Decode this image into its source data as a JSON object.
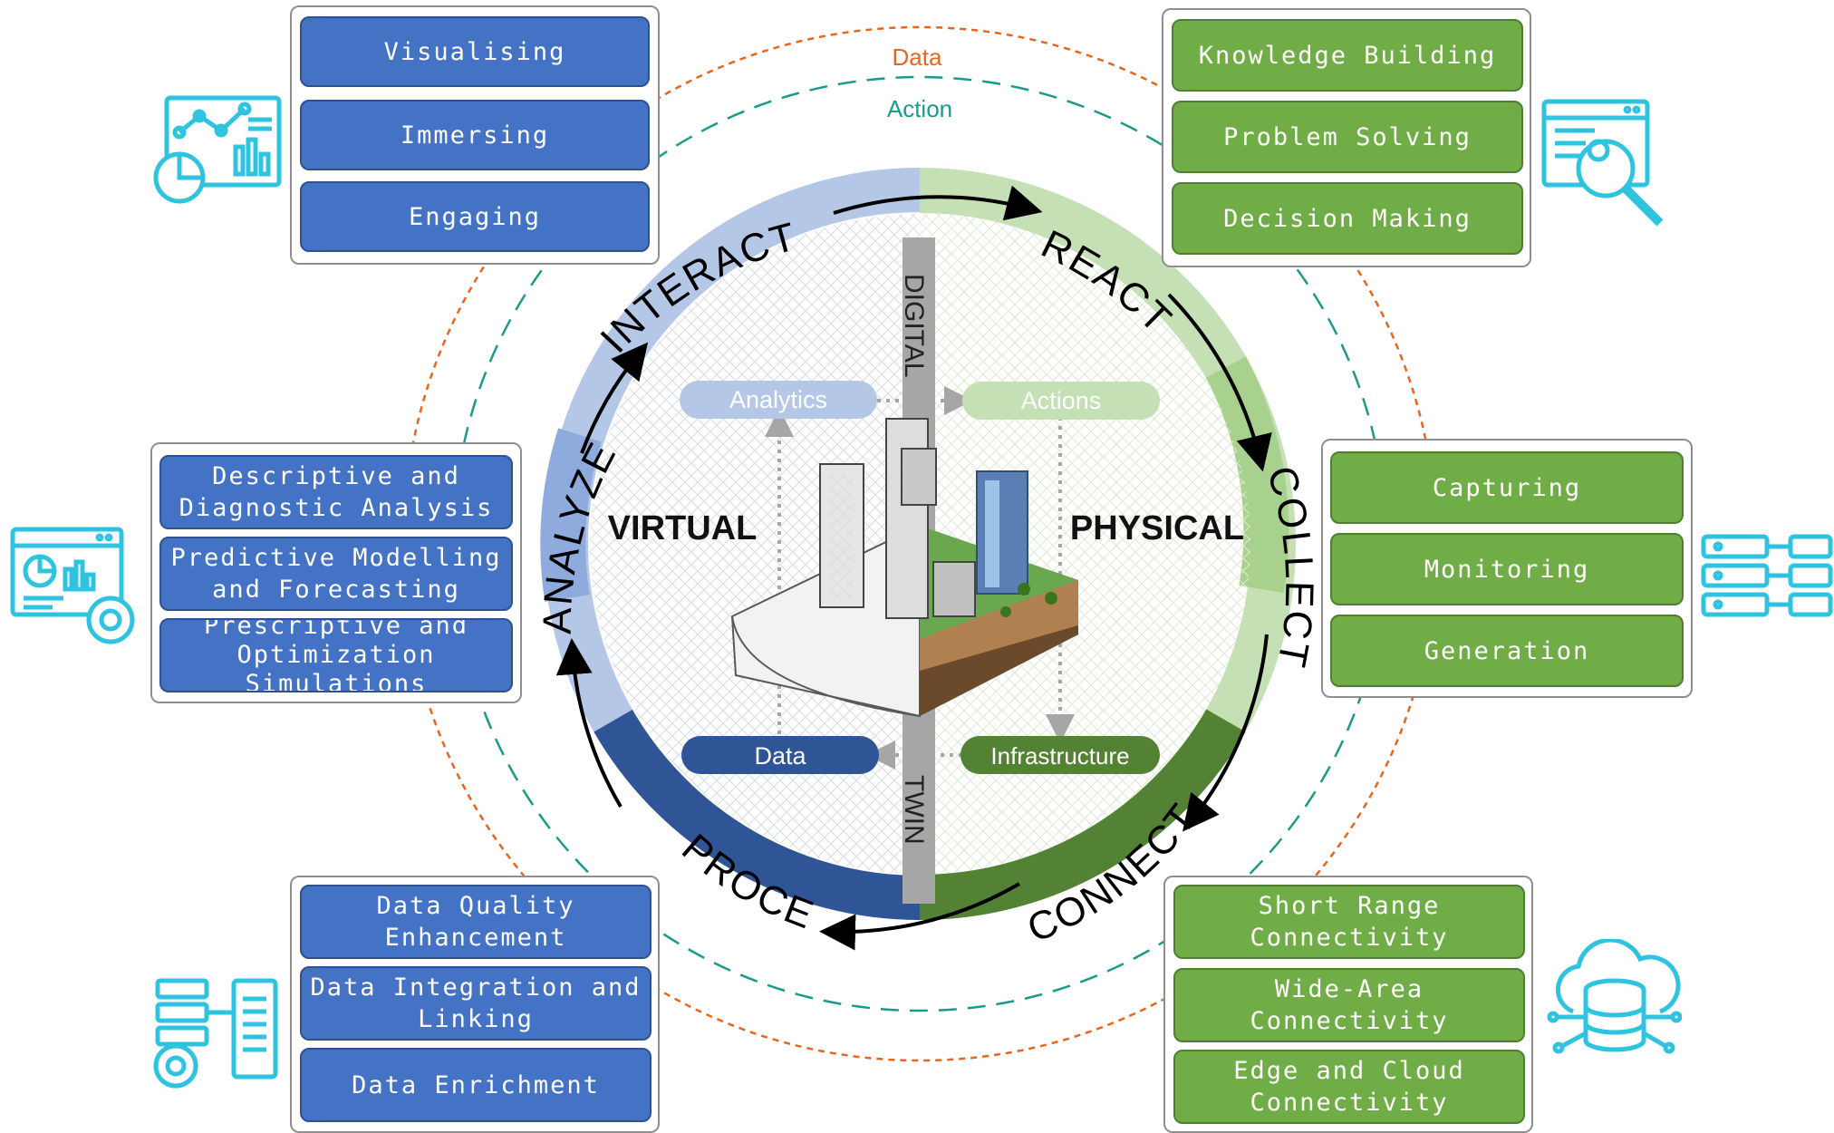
{
  "flows": {
    "data_label": "Data",
    "action_label": "Action"
  },
  "ring": {
    "interact": "INTERACT",
    "react": "REACT",
    "collect": "COLLECT",
    "connect": "CONNECT",
    "process": "PROCESS",
    "analyze": "ANALYZE"
  },
  "center": {
    "digital": "DIGITAL",
    "twin": "TWIN",
    "virtual": "VIRTUAL",
    "physical": "PHYSICAL",
    "analytics": "Analytics",
    "actions": "Actions",
    "data": "Data",
    "infrastructure": "Infrastructure"
  },
  "panels": {
    "interact": [
      "Visualising",
      "Immersing",
      "Engaging"
    ],
    "react": [
      "Knowledge Building",
      "Problem Solving",
      "Decision Making"
    ],
    "analyze": [
      "Descriptive and\nDiagnostic Analysis",
      "Predictive Modelling\nand Forecasting",
      "Prescriptive and\nOptimization\nSimulations"
    ],
    "collect": [
      "Capturing",
      "Monitoring",
      "Generation"
    ],
    "process": [
      "Data Quality\nEnhancement",
      "Data Integration and\nLinking",
      "Data Enrichment"
    ],
    "connect": [
      "Short Range\nConnectivity",
      "Wide-Area\nConnectivity",
      "Edge and Cloud\nConnectivity"
    ]
  },
  "colors": {
    "blue_box": "#4472c4",
    "green_box": "#70ad47",
    "data_flow": "#e8651e",
    "action_flow": "#1a9a8a",
    "icon_cyan": "#2ec4e0"
  },
  "icons": [
    "dashboard-chart-icon",
    "search-report-icon",
    "analytics-settings-icon",
    "server-network-icon",
    "data-processing-icon",
    "cloud-database-icon"
  ]
}
